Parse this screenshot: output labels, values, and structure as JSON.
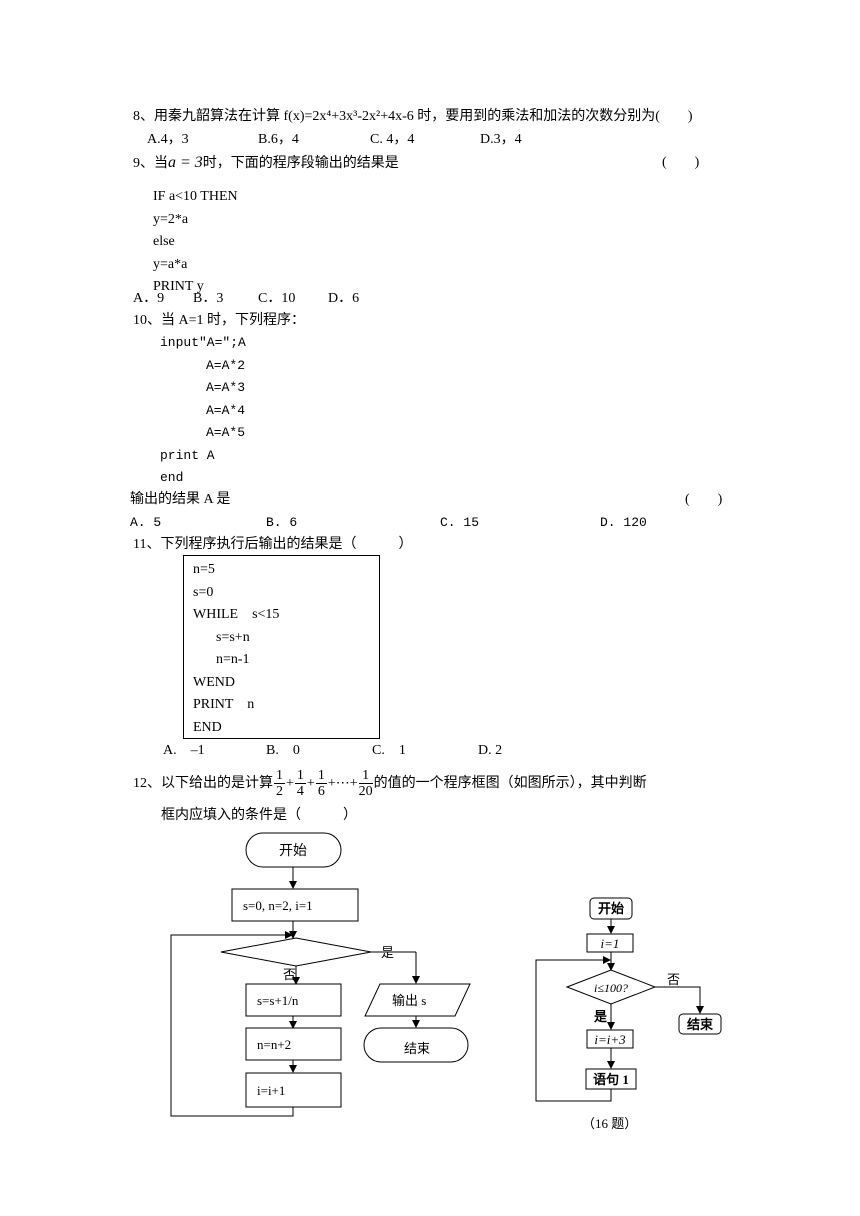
{
  "q8": {
    "stem": "8、用秦九韶算法在计算 f(x)=2x⁴+3x³-2x²+4x-6 时，要用到的乘法和加法的次数分别为(　　)",
    "options": [
      "A.4，3",
      "B.6，4",
      "C. 4，4",
      "D.3，4"
    ]
  },
  "q9": {
    "stem_prefix": "9、当",
    "stem_var": "a = 3",
    "stem_suffix": "时，下面的程序段输出的结果是",
    "paren": "(　　)",
    "code": [
      "IF a<10 THEN",
      "y=2*a",
      "else",
      "y=a*a",
      "PRINT y"
    ],
    "options": [
      "A．9",
      "B．3",
      "C．10",
      "D．6"
    ]
  },
  "q10": {
    "stem": "10、当 A=1 时，下列程序：",
    "code": [
      "input\"A=\";A",
      "A=A*2",
      "A=A*3",
      "A=A*4",
      "A=A*5",
      "print A",
      "end"
    ],
    "result_line": "输出的结果 A 是",
    "paren": "(　　)",
    "options": [
      "A. 5",
      "B. 6",
      "C. 15",
      "D. 120"
    ]
  },
  "q11": {
    "stem": "11、下列程序执行后输出的结果是（　　　）",
    "code": [
      "n=5",
      "s=0",
      "WHILE　s<15",
      "s=s+n",
      "n=n-1",
      "WEND",
      "PRINT　n",
      "END"
    ],
    "options": [
      "A.　–1",
      "B.　0",
      "C.　1",
      "D. 2"
    ]
  },
  "q12": {
    "stem_prefix": "12、以下给出的是计算",
    "fractions": [
      [
        "1",
        "2"
      ],
      [
        "1",
        "4"
      ],
      [
        "1",
        "6"
      ],
      [
        "1",
        "20"
      ]
    ],
    "plus": "+",
    "dots": "⋯",
    "stem_suffix": "的值的一个程序框图（如图所示），其中判断",
    "stem_line2": "框内应填入的条件是（　　　）"
  },
  "flow_left": {
    "start": "开始",
    "init": "s=0, n=2, i=1",
    "yes": "是",
    "no": "否",
    "s_update": "s=s+1/n",
    "output": "输出 s",
    "n_update": "n=n+2",
    "end": "结束",
    "i_update": "i=i+1"
  },
  "flow_right": {
    "start": "开始",
    "init": "i=1",
    "cond": "i≤100?",
    "no": "否",
    "yes": "是",
    "end": "结束",
    "step": "i=i+3",
    "stmt": "语句 1",
    "caption": "（16 题）"
  }
}
